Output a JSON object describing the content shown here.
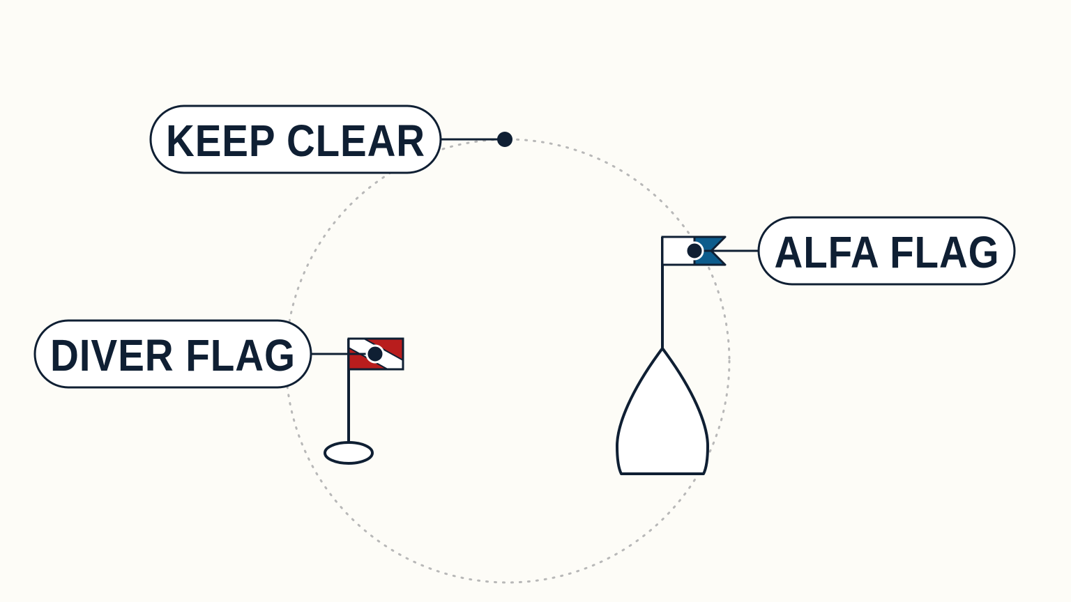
{
  "labels": {
    "keep_clear": "KEEP CLEAR",
    "alfa_flag": "ALFA FLAG",
    "diver_flag": "DIVER FLAG"
  },
  "colors": {
    "background": "#fdfcf7",
    "ink": "#0f1f33",
    "diver_red": "#b81d1d",
    "alfa_blue": "#0d5c8c",
    "flag_white": "#ffffff",
    "ring": "#b8b8b8"
  }
}
